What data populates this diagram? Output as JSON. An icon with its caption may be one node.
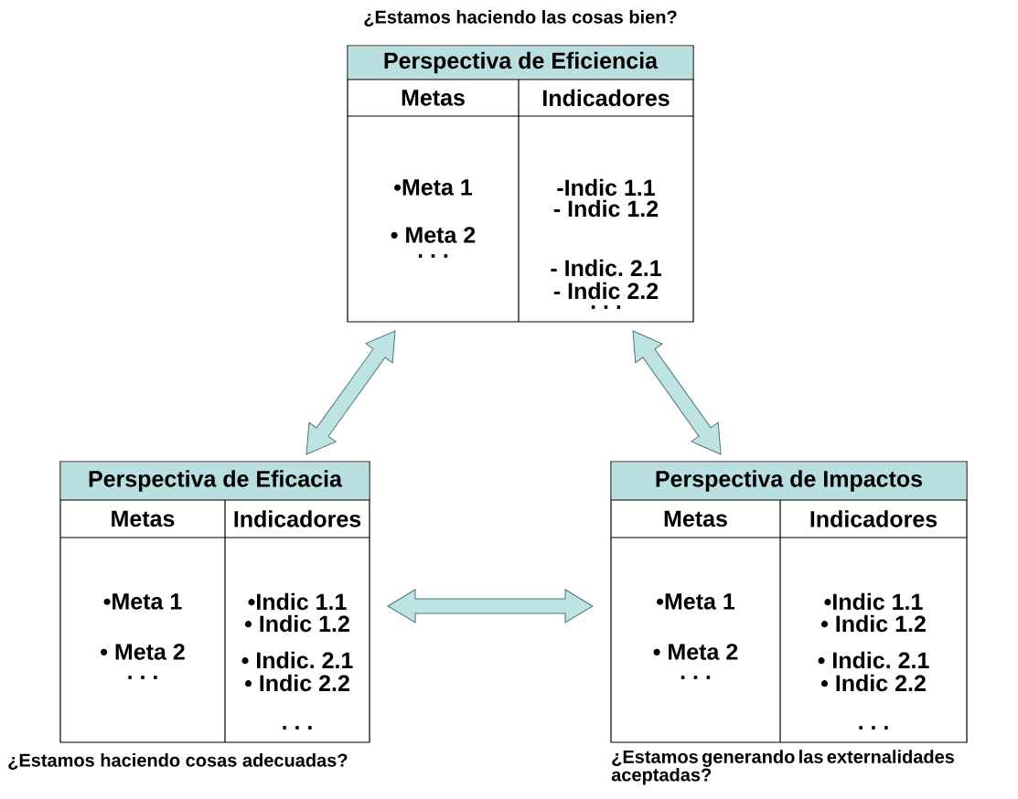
{
  "diagram": {
    "nodes": [
      {
        "text": [
          "Perspectiva de Eficiencia",
          "Metas",
          "Indicadores",
          "•Meta 1",
          "• Meta 2",
          ". . .",
          "-Indic 1.1",
          "- Indic 1.2",
          "- Indic. 2.1",
          "- Indic 2.2",
          ". . ."
        ],
        "beside": [
          "¿Estamos haciendo las cosas bien?"
        ]
      },
      {
        "text": [
          "Perspectiva de Eficacia",
          "Metas",
          "Indicadores",
          "•Meta 1",
          "• Meta 2",
          ". . .",
          "•Indic 1.1",
          "• Indic 1.2",
          "• Indic. 2.1",
          "• Indic 2.2",
          ". . ."
        ],
        "beside": [
          "¿Estamos haciendo cosas adecuadas?"
        ]
      },
      {
        "text": [
          "Perspectiva de Impactos",
          "Metas",
          "Indicadores",
          "•Meta 1",
          "• Meta 2",
          ". . .",
          "•Indic 1.1",
          "• Indic 1.2",
          "• Indic. 2.1",
          "• Indic 2.2",
          ". . ."
        ],
        "beside": [
          "¿Estamos generando las externalidades aceptadas?"
        ]
      }
    ],
    "edges": [
      {
        "from": 1,
        "to": 0,
        "arrow": "both"
      },
      {
        "from": 0,
        "to": 2,
        "arrow": "both"
      },
      {
        "from": 1,
        "to": 2,
        "arrow": "both"
      }
    ]
  }
}
